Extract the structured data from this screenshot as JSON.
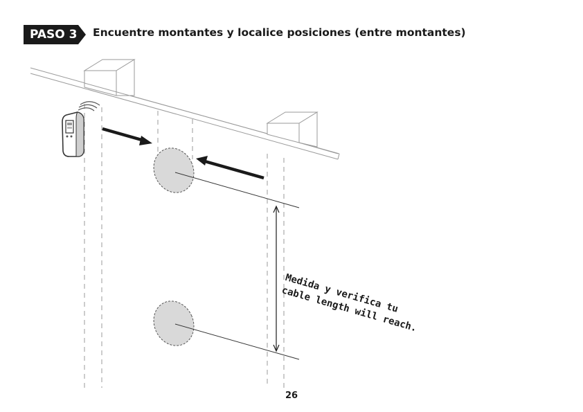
{
  "header": {
    "step_label": "PASO 3",
    "title": "Encuentre montantes y localice posiciones (entre montantes)"
  },
  "illustration": {
    "callout_line1": "Medida y verifica tu",
    "callout_line2": "cable length will reach.",
    "icons": [
      "stud-finder-icon",
      "arrow-right-icon",
      "arrow-left-icon",
      "measure-arrow-icon"
    ]
  },
  "footer": {
    "page_number": "26"
  },
  "colors": {
    "badge_bg": "#1a1a1a",
    "text": "#1a1a1a",
    "hole_fill": "#d9d9d9",
    "line": "#8a8a8a"
  }
}
